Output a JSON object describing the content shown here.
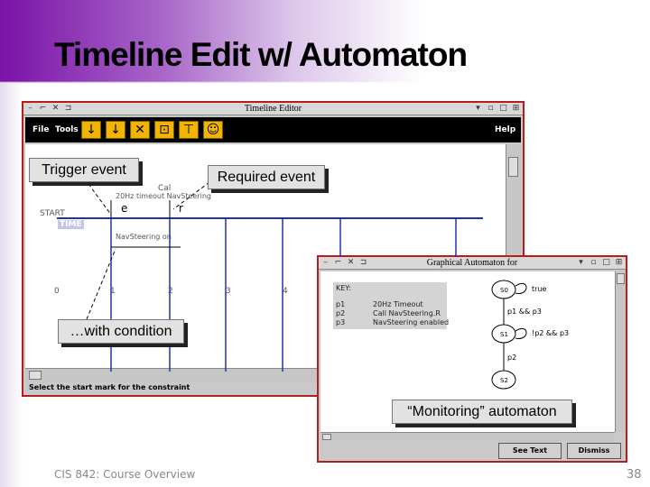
{
  "slide": {
    "title": "Timeline Edit w/ Automaton",
    "footer": "CIS 842: Course Overview",
    "page_number": "38"
  },
  "timeline_editor": {
    "title": "Timeline Editor",
    "menu": {
      "file": "File",
      "tools": "Tools",
      "help": "Help"
    },
    "tools": [
      {
        "name": "start-mark-tool",
        "glyph": "↓"
      },
      {
        "name": "end-mark-tool",
        "glyph": "↓"
      },
      {
        "name": "delete-mark-tool",
        "glyph": "✕"
      },
      {
        "name": "span-tool",
        "glyph": "⊡"
      },
      {
        "name": "bar-tool",
        "glyph": "⊤"
      },
      {
        "name": "help-tool",
        "glyph": "☺"
      }
    ],
    "canvas": {
      "start_label": "START",
      "time_label": "TIME",
      "mark_e": "e",
      "mark_r": "r",
      "event_text_1": "Cal",
      "event_text_2": "20Hz timeout NavSteering",
      "condition_text": "NavSteering on",
      "ticks": [
        "0",
        "1",
        "2",
        "3",
        "4"
      ]
    },
    "status": "Select the start mark for the constraint"
  },
  "automaton_window": {
    "title": "Graphical Automaton for",
    "key": {
      "heading": "KEY:",
      "rows": [
        {
          "id": "p1",
          "text": "20Hz Timeout"
        },
        {
          "id": "p2",
          "text": "Call NavSteering.R"
        },
        {
          "id": "p3",
          "text": "NavSteering enabled"
        }
      ]
    },
    "states": {
      "s0": "S0",
      "s1": "S1",
      "s2": "S2",
      "true_label": "true",
      "edge_1": "p1 && p3",
      "edge_2": "!p2 && p3",
      "edge_3": "p2"
    },
    "buttons": {
      "see_text": "See Text",
      "dismiss": "Dismiss"
    }
  },
  "callouts": {
    "trigger_event": "Trigger event",
    "required_event": "Required event",
    "with_condition": "…with condition",
    "monitoring": "“Monitoring” automaton"
  },
  "colors": {
    "window_border": "#b81c1c",
    "tool_button": "#f2b400",
    "timeline_axis": "#2233aa"
  }
}
